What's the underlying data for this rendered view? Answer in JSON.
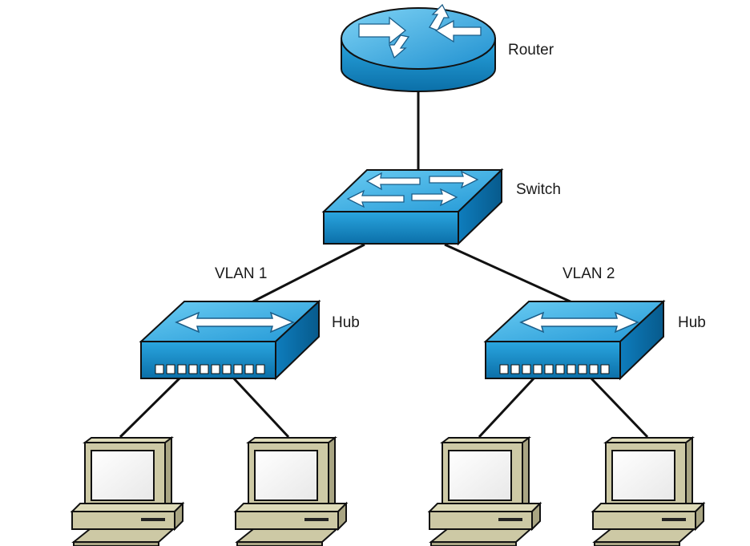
{
  "labels": {
    "router": "Router",
    "switch": "Switch",
    "hub_left": "Hub",
    "hub_right": "Hub",
    "vlan_1": "VLAN 1",
    "vlan_2": "VLAN 2"
  },
  "colors": {
    "device_blue": "#1e96d4",
    "device_blue_light": "#5cc2ef",
    "device_blue_dark": "#0b6fa8",
    "computer_beige": "#cdc9a5",
    "computer_beige_dark": "#a9a583",
    "outline": "#111111",
    "link": "#111111"
  },
  "icons": [
    "router-icon",
    "switch-icon",
    "hub-icon",
    "computer-icon"
  ]
}
